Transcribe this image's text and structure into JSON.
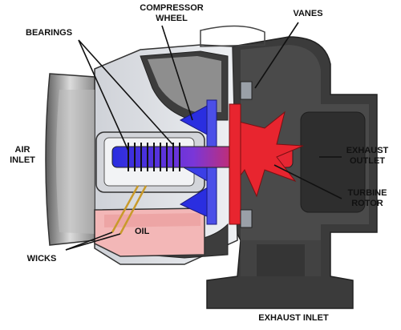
{
  "labels": {
    "compressor_wheel_line1": "COMPRESSOR",
    "compressor_wheel_line2": "WHEEL",
    "vanes": "VANES",
    "bearings": "BEARINGS",
    "air_inlet_line1": "AIR",
    "air_inlet_line2": "INLET",
    "exhaust_outlet_line1": "EXHAUST",
    "exhaust_outlet_line2": "OUTLET",
    "turbine_rotor_line1": "TURBINE",
    "turbine_rotor_line2": "ROTOR",
    "oil": "OIL",
    "wicks": "WICKS",
    "exhaust_inlet": "EXHAUST INLET"
  },
  "colors": {
    "hot": "#e8252f",
    "cold": "#2a2ee0",
    "housing_dark": "#3a3a3a",
    "housing_light": "#e4e6ea",
    "oil_pink": "#f3b7b7"
  }
}
